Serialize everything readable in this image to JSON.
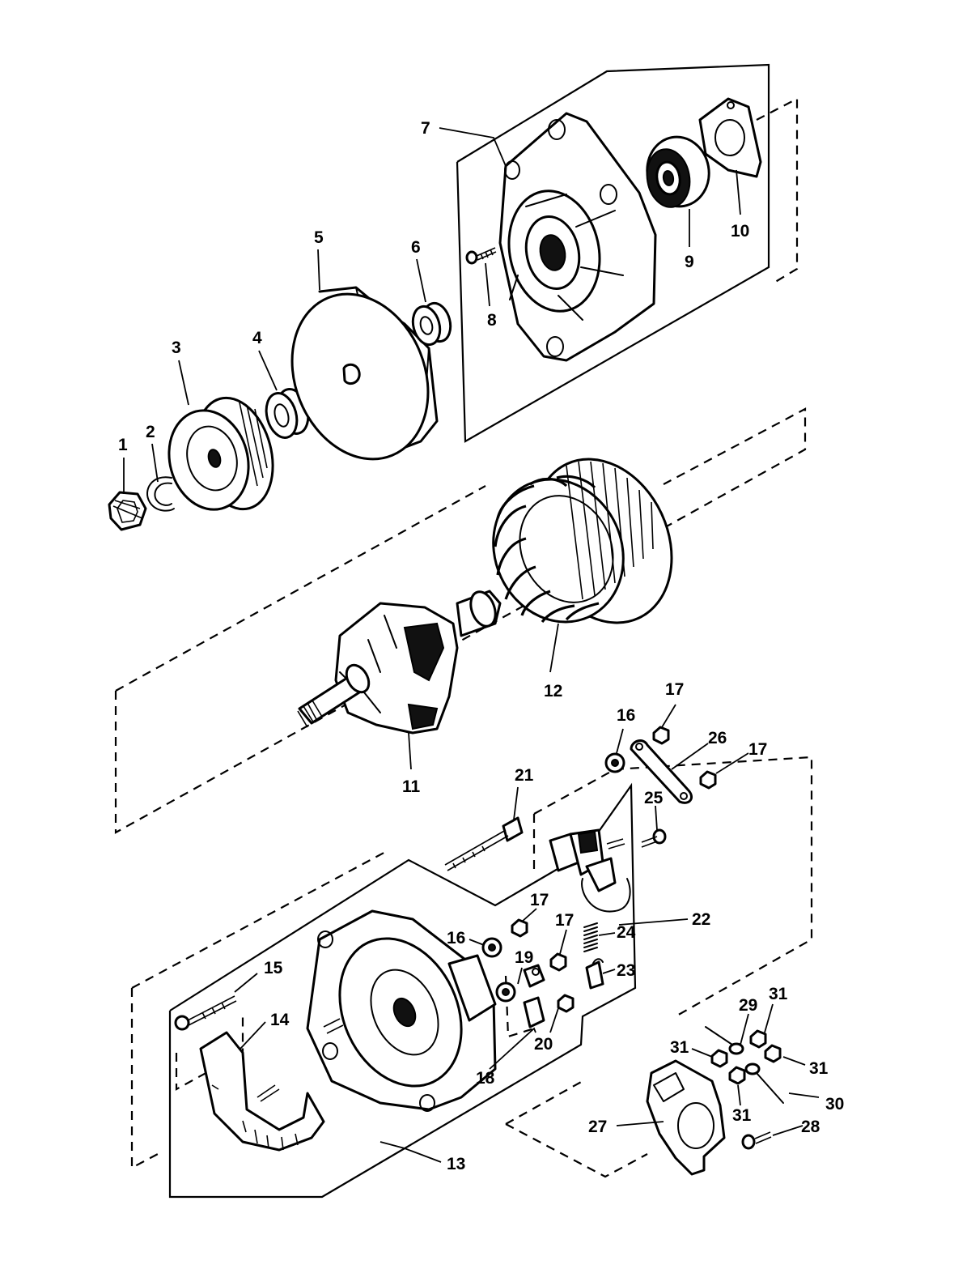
{
  "callouts": [
    "1",
    "2",
    "3",
    "4",
    "5",
    "6",
    "7",
    "8",
    "9",
    "10",
    "11",
    "12",
    "13",
    "14",
    "15",
    "16",
    "16",
    "17",
    "17",
    "17",
    "17",
    "18",
    "19",
    "20",
    "21",
    "22",
    "23",
    "24",
    "25",
    "26",
    "27",
    "28",
    "29",
    "30",
    "31",
    "31",
    "31",
    "31"
  ]
}
